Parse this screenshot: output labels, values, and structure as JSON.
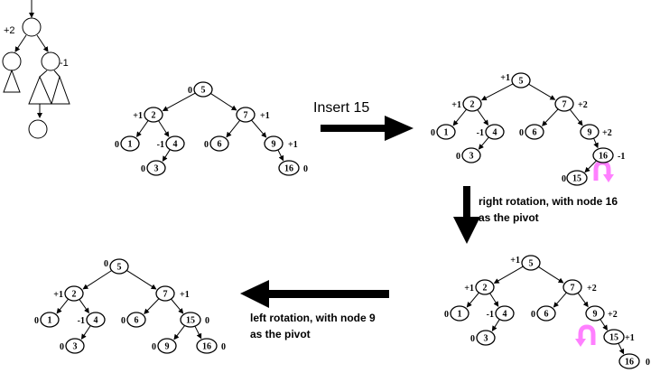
{
  "schematic": {
    "top_factor": "+2",
    "right_factor": "-1"
  },
  "steps": {
    "insert_label": "Insert 15",
    "right_rotation_line1": "right rotation, with node 16",
    "right_rotation_line2": "as the pivot",
    "left_rotation_line1": "left rotation, with node 9",
    "left_rotation_line2": "as the pivot"
  },
  "trees": [
    {
      "id": "initial",
      "nodes": [
        {
          "key": "5",
          "bf": "0"
        },
        {
          "key": "2",
          "bf": "+1"
        },
        {
          "key": "7",
          "bf": "+1"
        },
        {
          "key": "1",
          "bf": "0"
        },
        {
          "key": "4",
          "bf": "-1"
        },
        {
          "key": "6",
          "bf": "0"
        },
        {
          "key": "9",
          "bf": "+1"
        },
        {
          "key": "3",
          "bf": "0"
        },
        {
          "key": "16",
          "bf": "0"
        }
      ]
    },
    {
      "id": "after-insert",
      "nodes": [
        {
          "key": "5",
          "bf": "+1"
        },
        {
          "key": "2",
          "bf": "+1"
        },
        {
          "key": "7",
          "bf": "+2"
        },
        {
          "key": "1",
          "bf": "0"
        },
        {
          "key": "4",
          "bf": "-1"
        },
        {
          "key": "6",
          "bf": "0"
        },
        {
          "key": "9",
          "bf": "+2"
        },
        {
          "key": "3",
          "bf": "0"
        },
        {
          "key": "16",
          "bf": "-1"
        },
        {
          "key": "15",
          "bf": "0"
        }
      ]
    },
    {
      "id": "after-right-rotation",
      "nodes": [
        {
          "key": "5",
          "bf": "+1"
        },
        {
          "key": "2",
          "bf": "+1"
        },
        {
          "key": "7",
          "bf": "+2"
        },
        {
          "key": "1",
          "bf": "0"
        },
        {
          "key": "4",
          "bf": "-1"
        },
        {
          "key": "6",
          "bf": "0"
        },
        {
          "key": "9",
          "bf": "+2"
        },
        {
          "key": "3",
          "bf": "0"
        },
        {
          "key": "15",
          "bf": "+1"
        },
        {
          "key": "16",
          "bf": "0"
        }
      ]
    },
    {
      "id": "after-left-rotation",
      "nodes": [
        {
          "key": "5",
          "bf": "0"
        },
        {
          "key": "2",
          "bf": "+1"
        },
        {
          "key": "7",
          "bf": "+1"
        },
        {
          "key": "1",
          "bf": "0"
        },
        {
          "key": "4",
          "bf": "-1"
        },
        {
          "key": "6",
          "bf": "0"
        },
        {
          "key": "15",
          "bf": "0"
        },
        {
          "key": "3",
          "bf": "0"
        },
        {
          "key": "9",
          "bf": "0"
        },
        {
          "key": "16",
          "bf": "0"
        }
      ]
    }
  ],
  "colors": {
    "rotation_arrow": "#ff80ff",
    "ink": "#000000"
  }
}
